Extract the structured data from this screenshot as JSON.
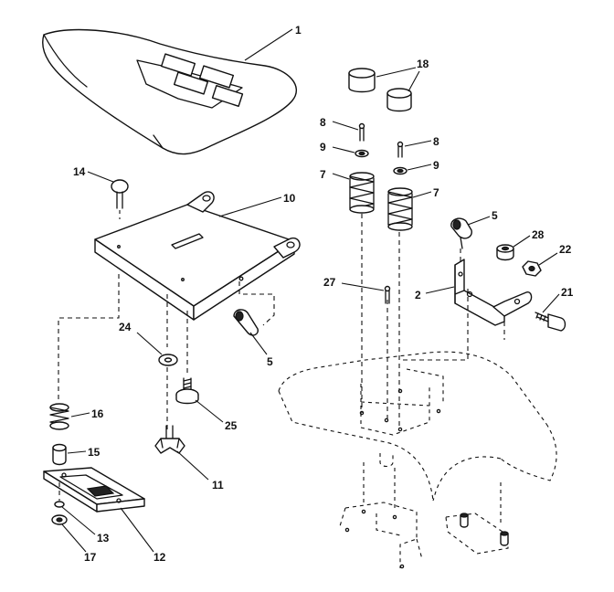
{
  "callouts": {
    "seat": "1",
    "seat_pan_bracket": "2",
    "lever_knob_left": "5",
    "lever_knob_right": "5",
    "cotter_pin_left": "8",
    "cotter_pin_right": "8",
    "washer_left": "9",
    "washer_right": "9",
    "spring_left": "7",
    "spring_right": "7",
    "seat_pan": "10",
    "adjust_knob": "11",
    "slide_plate": "12",
    "washer_slide": "13",
    "carriage_bolt": "14",
    "spacer": "15",
    "spring_small": "16",
    "nut_slide": "17",
    "bumper_caps": "18",
    "bolt_bracket": "21",
    "locknut_bracket": "22",
    "flat_washer": "24",
    "shoulder_bolt": "25",
    "cotter_pin_long": "27",
    "bushing": "28"
  }
}
